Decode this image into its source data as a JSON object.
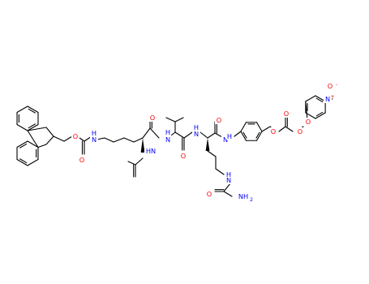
{
  "molecule": {
    "colors": {
      "bond": "#000000",
      "O": "#ff0000",
      "N": "#0000ff",
      "C": "#000000"
    },
    "atoms": [
      {
        "id": "a1",
        "el": "O",
        "text": "O"
      },
      {
        "id": "a2",
        "el": "O",
        "text": "O"
      },
      {
        "id": "a3",
        "el": "N",
        "text": "H"
      },
      {
        "id": "a4",
        "el": "N",
        "text": "N"
      },
      {
        "id": "a5",
        "el": "O",
        "text": "O"
      },
      {
        "id": "a6",
        "el": "N",
        "text": "HN"
      },
      {
        "id": "a7",
        "el": "N",
        "text": "H"
      },
      {
        "id": "a8",
        "el": "N",
        "text": "N"
      },
      {
        "id": "a9",
        "el": "O",
        "text": "O"
      },
      {
        "id": "a10",
        "el": "N",
        "text": "H"
      },
      {
        "id": "a11",
        "el": "N",
        "text": "N"
      },
      {
        "id": "a12",
        "el": "O",
        "text": "O"
      },
      {
        "id": "a13",
        "el": "N",
        "text": "N"
      },
      {
        "id": "a14",
        "el": "N",
        "text": "H"
      },
      {
        "id": "a15",
        "el": "O",
        "text": "O"
      },
      {
        "id": "a16",
        "el": "O",
        "text": "O"
      },
      {
        "id": "a17",
        "el": "O",
        "text": "O"
      },
      {
        "id": "a18",
        "el": "O",
        "text": "O"
      },
      {
        "id": "a19",
        "el": "N",
        "text": "N"
      },
      {
        "id": "a20",
        "el": "N",
        "text": "H"
      },
      {
        "id": "a21",
        "el": "O",
        "text": "O"
      },
      {
        "id": "a22",
        "el": "N",
        "text": "NH"
      },
      {
        "id": "a23",
        "el": "N",
        "text": "2"
      },
      {
        "id": "a24",
        "el": "N",
        "text": "N"
      },
      {
        "id": "a25",
        "el": "O",
        "text": "+"
      },
      {
        "id": "a26",
        "el": "O",
        "text": "O"
      },
      {
        "id": "a27",
        "el": "O",
        "text": "-"
      }
    ]
  }
}
